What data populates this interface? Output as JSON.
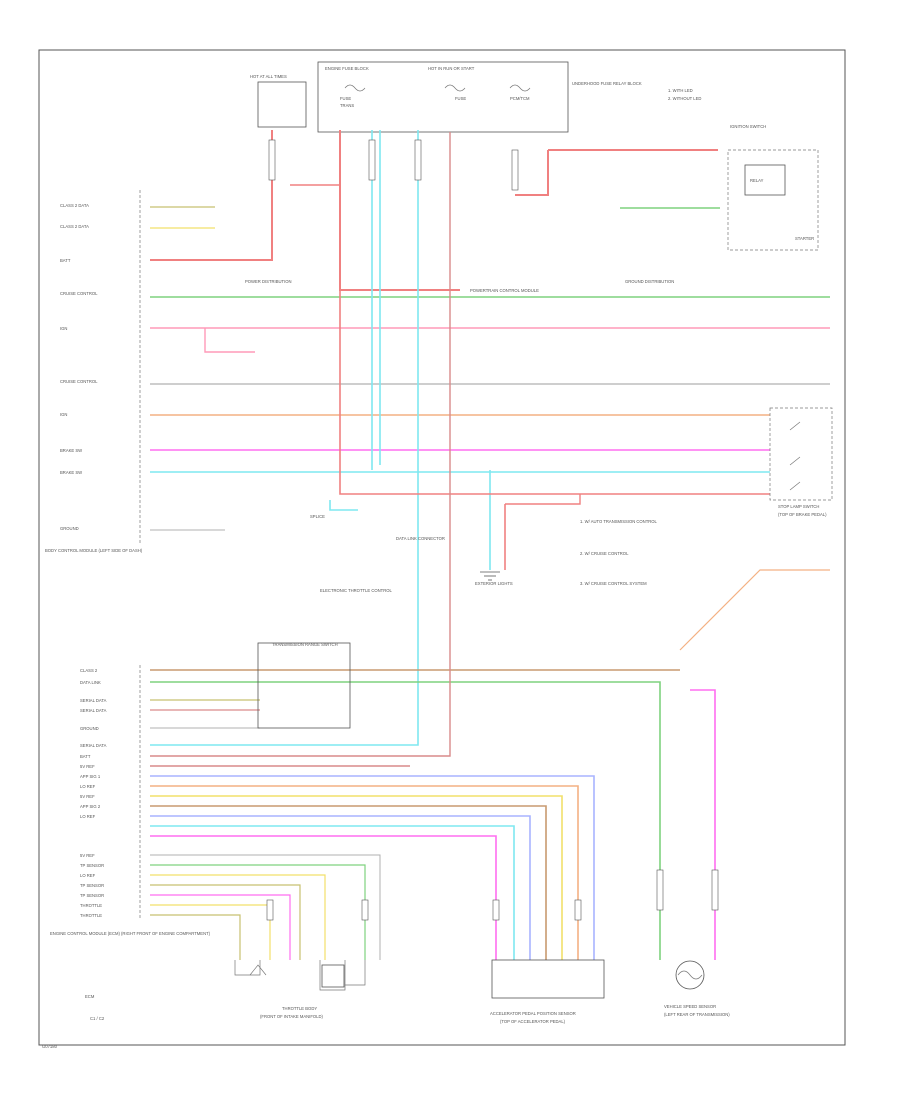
{
  "diagram": {
    "footer_code": "G07180",
    "colors": {
      "red": "#f08080",
      "pink": "#ff9ab8",
      "green": "#7fd27f",
      "orange": "#f4b183",
      "magenta": "#ff6ef0",
      "cyan": "#7fe8f0",
      "yellow": "#f2e06a",
      "blue": "#a8b4ff",
      "darkred": "#d98a8a",
      "gray": "#b0b0b0",
      "olive": "#c8c070",
      "brown": "#c89a70"
    },
    "top_labels": {
      "hot_at_all_times": "HOT AT ALL TIMES",
      "fuse_box": "ENGINE FUSE BLOCK",
      "fuse_a": "FUSE",
      "fuse_b": "TRANS",
      "hot_in_run": "HOT IN RUN OR START",
      "fuse_c": "FUSE",
      "fuse_d": "PCM/TCM",
      "underhood_fuse": "UNDERHOOD FUSE RELAY BLOCK",
      "legend_1": "1. WITH LED",
      "legend_2": "2. WITHOUT LED",
      "ignition_switch": "IGNITION SWITCH",
      "relay": "RELAY",
      "starter": "STARTER"
    },
    "left_signals": [
      "CLASS 2 DATA",
      "CLASS 2 DATA",
      "BATT",
      "CRUISE CONTROL",
      "IGN",
      "CRUISE CONTROL",
      "IGN",
      "BRAKE SW",
      "BRAKE SW",
      "GROUND"
    ],
    "bcm_label": "BODY CONTROL MODULE (LEFT SIDE OF DASH)",
    "center_labels": {
      "powertrain": "POWERTRAIN CONTROL MODULE",
      "power_distribution": "POWER DISTRIBUTION",
      "ground_distribution": "GROUND DISTRIBUTION",
      "splice": "SPLICE",
      "data_link": "DATA LINK CONNECTOR",
      "stop_lamp": "STOP LAMP SWITCH",
      "stop_lamp_sub": "(TOP OF BRAKE PEDAL)",
      "exterior_lights": "EXTERIOR LIGHTS",
      "note_1": "1. W/ AUTO TRANSMISSION CONTROL",
      "note_2": "2. W/ CRUISE CONTROL",
      "note_3": "3. W/ CRUISE CONTROL SYSTEM",
      "electronic": "ELECTRONIC THROTTLE CONTROL",
      "transmission_range": "TRANSMISSION RANGE SWITCH"
    },
    "ecm_signals": [
      "CLASS 2",
      "DATA LINK",
      "SERIAL DATA",
      "SERIAL DATA",
      "GROUND",
      "SERIAL DATA",
      "BATT",
      "5V REF",
      "APP SIG 1",
      "LO REF",
      "5V REF",
      "APP SIG 2",
      "LO REF",
      "5V REF",
      "TP SENSOR",
      "LO REF",
      "TP SENSOR",
      "TP SENSOR",
      "THROTTLE",
      "THROTTLE"
    ],
    "ecm_block_label": "ENGINE CONTROL MODULE (ECM) (RIGHT FRONT OF ENGINE COMPARTMENT)",
    "bottom_labels": {
      "throttle": "THROTTLE BODY",
      "throttle_sub": "(FRONT OF INTAKE MANIFOLD)",
      "accelerator": "ACCELERATOR PEDAL POSITION SENSOR",
      "accelerator_sub": "(TOP OF ACCELERATOR PEDAL)",
      "vehicle_speed": "VEHICLE SPEED SENSOR",
      "vehicle_speed_sub": "(LEFT REAR OF TRANSMISSION)",
      "ecm_short": "ECM",
      "ecm_connector": "C1 / C2"
    }
  }
}
